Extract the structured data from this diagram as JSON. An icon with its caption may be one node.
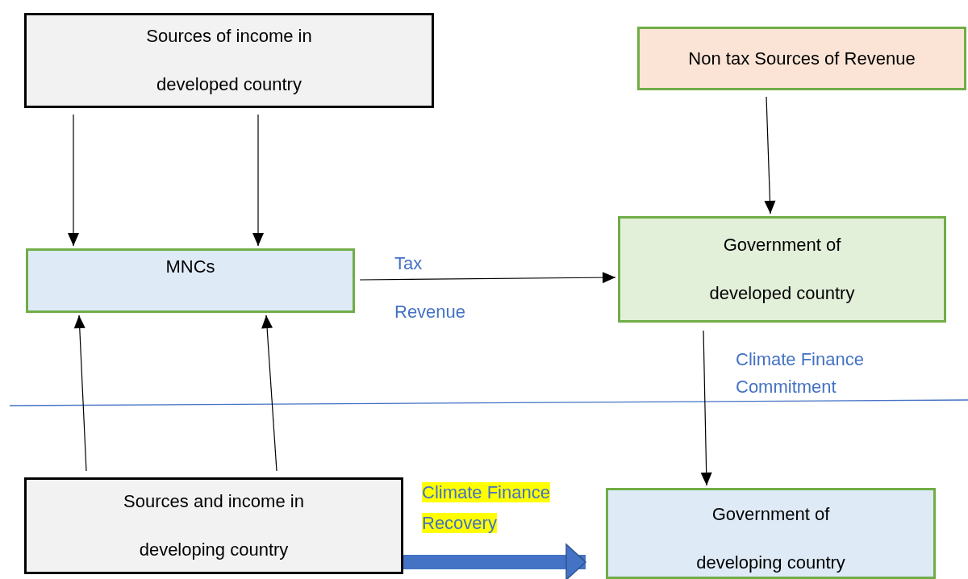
{
  "diagram": {
    "nodes": [
      {
        "text": [
          "Sources of income in developed country"
        ]
      },
      {
        "text": [
          "Non tax Sources of Revenue"
        ]
      },
      {
        "text": [
          "MNCs"
        ]
      },
      {
        "text": [
          "Government of developed country"
        ]
      },
      {
        "text": [
          "Sources and income in developing country"
        ]
      },
      {
        "text": [
          "Government of developing country"
        ]
      }
    ],
    "edges": [
      {
        "from": 0,
        "to": 2,
        "arrow": "to"
      },
      {
        "from": 0,
        "to": 2,
        "arrow": "to"
      },
      {
        "from": 1,
        "to": 3,
        "arrow": "to"
      },
      {
        "from": 2,
        "to": 3,
        "arrow": "to",
        "label": "Tax Revenue"
      },
      {
        "from": 3,
        "to": 5,
        "arrow": "to",
        "label": "Climate Finance Commitment"
      },
      {
        "from": 4,
        "to": 2,
        "arrow": "to"
      },
      {
        "from": 4,
        "to": 2,
        "arrow": "to"
      },
      {
        "from": 4,
        "to": 5,
        "arrow": "to",
        "label": "Climate Finance Recovery",
        "style": "thick",
        "color": "#4472c4"
      }
    ]
  }
}
